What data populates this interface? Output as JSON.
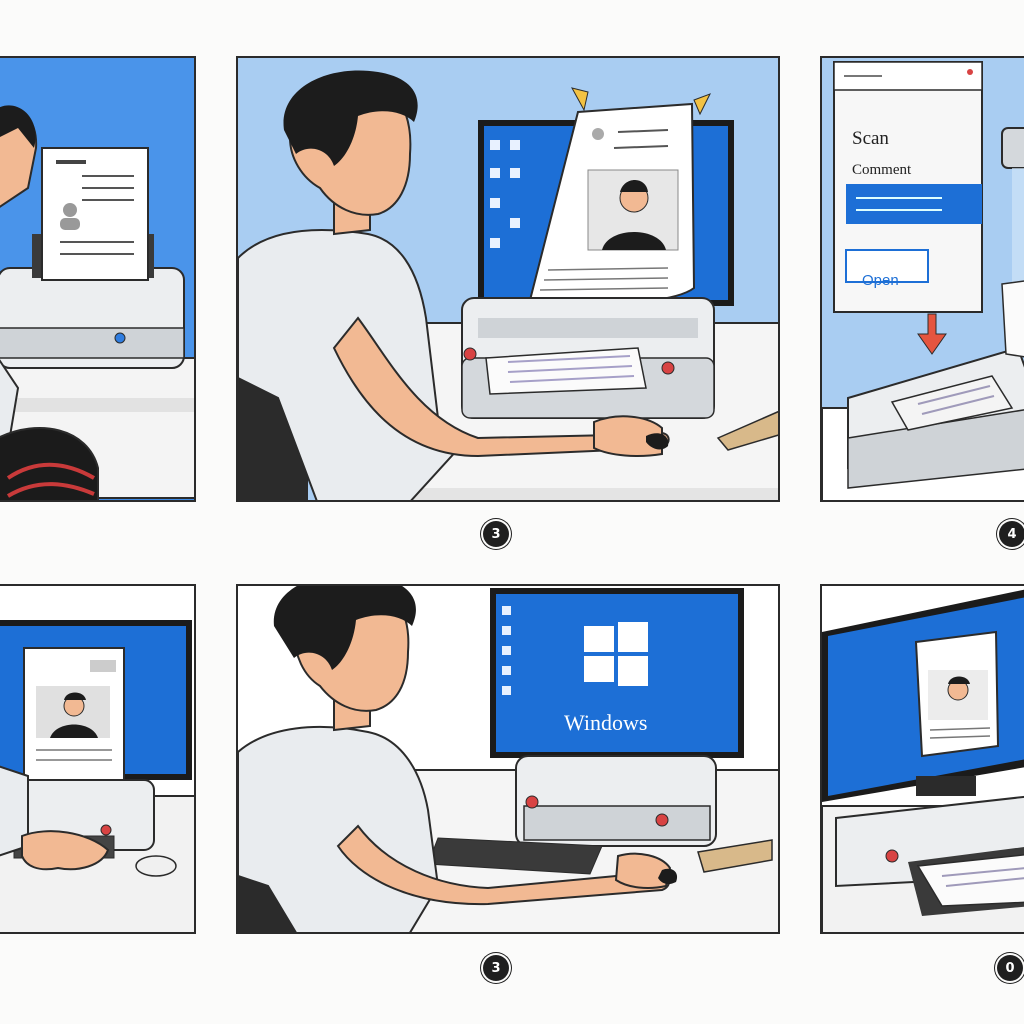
{
  "panels": [
    {
      "id": "p1",
      "step_badge": ""
    },
    {
      "id": "p2",
      "step_badge": "3"
    },
    {
      "id": "p3",
      "step_badge": "4",
      "dialog": {
        "title": "Scan",
        "subtitle": "Comment",
        "open_button": "Open"
      }
    },
    {
      "id": "p4",
      "step_badge": ""
    },
    {
      "id": "p5",
      "step_badge": "3",
      "monitor_text": "Windows"
    },
    {
      "id": "p6",
      "step_badge": "0"
    }
  ],
  "colors": {
    "sky": "#a9cdf2",
    "screen": "#1d6fd6",
    "outline": "#2b2b2b",
    "shirt": "#e9ecef",
    "hair": "#1c1c1c",
    "skin": "#f2b993"
  }
}
